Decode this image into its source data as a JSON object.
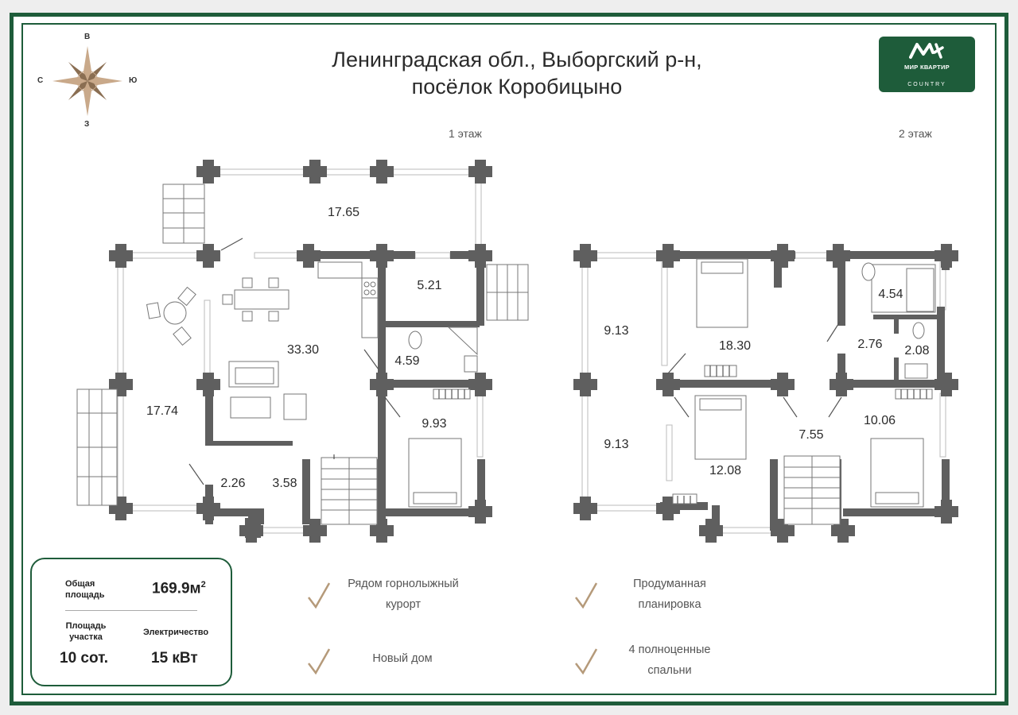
{
  "title": {
    "line1": "Ленинградская обл., Выборгский р-н,",
    "line2": "посёлок Коробицыно"
  },
  "compass": {
    "north": "В",
    "west": "С",
    "east": "Ю",
    "south": "З"
  },
  "logo": {
    "brand": "МИР КВАРТИР",
    "sub": "COUNTRY"
  },
  "floors": {
    "first": "1 этаж",
    "second": "2 этаж"
  },
  "rooms_floor1": [
    {
      "area": "17.65"
    },
    {
      "area": "33.30"
    },
    {
      "area": "5.21"
    },
    {
      "area": "4.59"
    },
    {
      "area": "9.93"
    },
    {
      "area": "17.74"
    },
    {
      "area": "2.26"
    },
    {
      "area": "3.58"
    }
  ],
  "rooms_floor2": [
    {
      "area": "9.13"
    },
    {
      "area": "18.30"
    },
    {
      "area": "4.54"
    },
    {
      "area": "2.76"
    },
    {
      "area": "2.08"
    },
    {
      "area": "9.13"
    },
    {
      "area": "12.08"
    },
    {
      "area": "7.55"
    },
    {
      "area": "10.06"
    }
  ],
  "info": {
    "total_label_1": "Общая",
    "total_label_2": "площадь",
    "total_value": "169.9м",
    "total_sup": "2",
    "plot_label_1": "Площадь",
    "plot_label_2": "участка",
    "plot_value": "10 сот.",
    "power_label": "Электричество",
    "power_value": "15 кВт"
  },
  "features": [
    {
      "line1": "Рядом горнолыжный",
      "line2": "курорт"
    },
    {
      "line1": "Продуманная",
      "line2": "планировка"
    },
    {
      "line1": "Новый дом",
      "line2": ""
    },
    {
      "line1": "4 полноценные",
      "line2": "спальни"
    }
  ],
  "colors": {
    "brand_green": "#1e5c3a",
    "wall": "#5f5f5f",
    "check": "#b59a7a"
  }
}
